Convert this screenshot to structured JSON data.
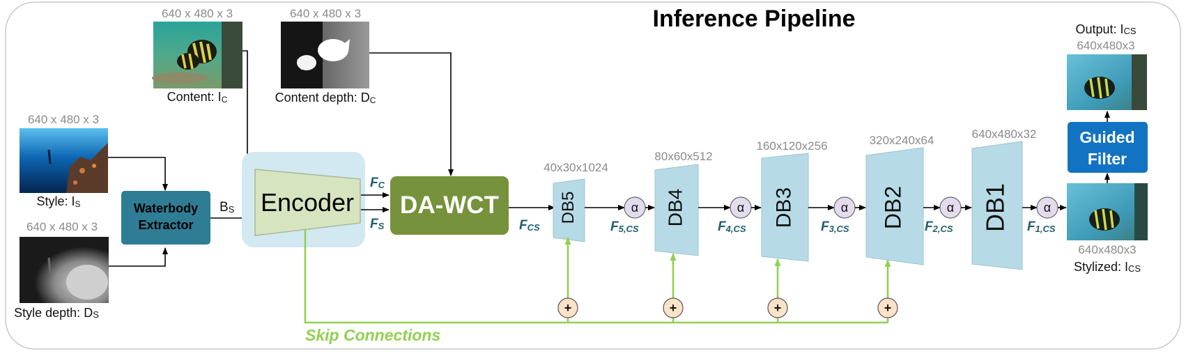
{
  "title": "Inference Pipeline",
  "inputs": {
    "content": {
      "dim": "640 x 480 x 3",
      "label": "Content: ",
      "sym": "I",
      "sub": "C"
    },
    "content_depth": {
      "dim": "640 x 480 x 3",
      "label": "Content depth: ",
      "sym": "D",
      "sub": "C"
    },
    "style": {
      "dim": "640 x 480 x 3",
      "label": "Style: ",
      "sym": "I",
      "sub": "S"
    },
    "style_depth": {
      "dim": "640 x 480 x 3",
      "label": "Style depth: ",
      "sym": "D",
      "sub": "S"
    }
  },
  "waterbody": {
    "line1": "Waterbody",
    "line2": "Extractor"
  },
  "bs": {
    "sym": "B",
    "sub": "S"
  },
  "encoder": {
    "label": "Encoder"
  },
  "features": {
    "fc": {
      "sym": "F",
      "sub": "C"
    },
    "fs": {
      "sym": "F",
      "sub": "S"
    },
    "fcs": {
      "sym": "F",
      "sub": "CS"
    },
    "f5": {
      "sym": "F",
      "sub": "5,CS"
    },
    "f4": {
      "sym": "F",
      "sub": "4,CS"
    },
    "f3": {
      "sym": "F",
      "sub": "3,CS"
    },
    "f2": {
      "sym": "F",
      "sub": "2,CS"
    },
    "f1": {
      "sym": "F",
      "sub": "1,CS"
    }
  },
  "dawct": {
    "label": "DA-WCT"
  },
  "decoder_blocks": [
    {
      "label": "DB5",
      "dim": "40x30x1024"
    },
    {
      "label": "DB4",
      "dim": "80x60x512"
    },
    {
      "label": "DB3",
      "dim": "160x120x256"
    },
    {
      "label": "DB2",
      "dim": "320x240x64"
    },
    {
      "label": "DB1",
      "dim": "640x480x32"
    }
  ],
  "alpha_symbol": "α",
  "plus_symbol": "+",
  "skip_label": "Skip Connections",
  "guided_filter": {
    "line1": "Guided",
    "line2": "Filter"
  },
  "output": {
    "label": "Output: ",
    "sym": "I",
    "sub": "CS",
    "dim": "640x480x3"
  },
  "stylized": {
    "label": "Stylized: ",
    "sym": "I",
    "sub": "CS",
    "dim": "640x480x3"
  },
  "colors": {
    "waterbody": "#2e7d95",
    "encoder": "#d6e4bf",
    "encoder_bg": "#d2e9f2",
    "dawct": "#76923c",
    "decoder": "#b7dbe6",
    "guided": "#1273c2",
    "skip": "#92d050",
    "alpha": "#e4dced",
    "plus": "#fbe2c9"
  },
  "icons": [
    "fish-photo-icon",
    "depth-map-icon",
    "underwater-photo-icon"
  ]
}
